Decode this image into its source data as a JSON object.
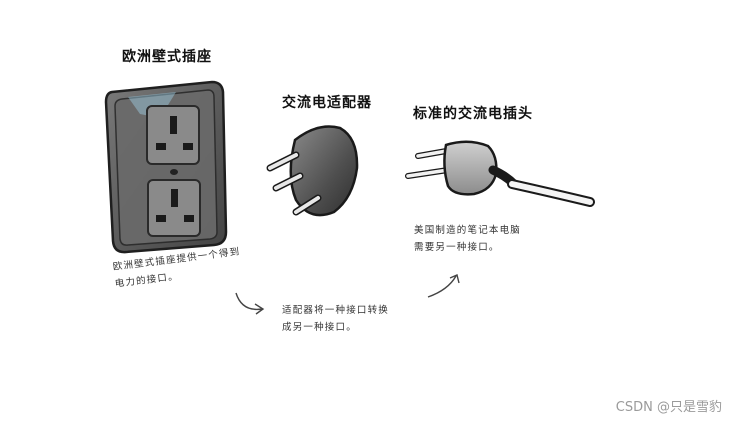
{
  "diagram": {
    "euro_socket_title": "欧洲壁式插座",
    "adapter_title": "交流电适配器",
    "us_plug_title": "标准的交流电插头",
    "euro_note": [
      "欧洲壁式插座提供一个得到",
      "电力的接口。"
    ],
    "adapter_note": [
      "适配器将一种接口转换",
      "成另一种接口。"
    ],
    "us_note": [
      "美国制造的笔记本电脑",
      "需要另一种接口。"
    ]
  },
  "watermark": "CSDN @只是雪豹"
}
